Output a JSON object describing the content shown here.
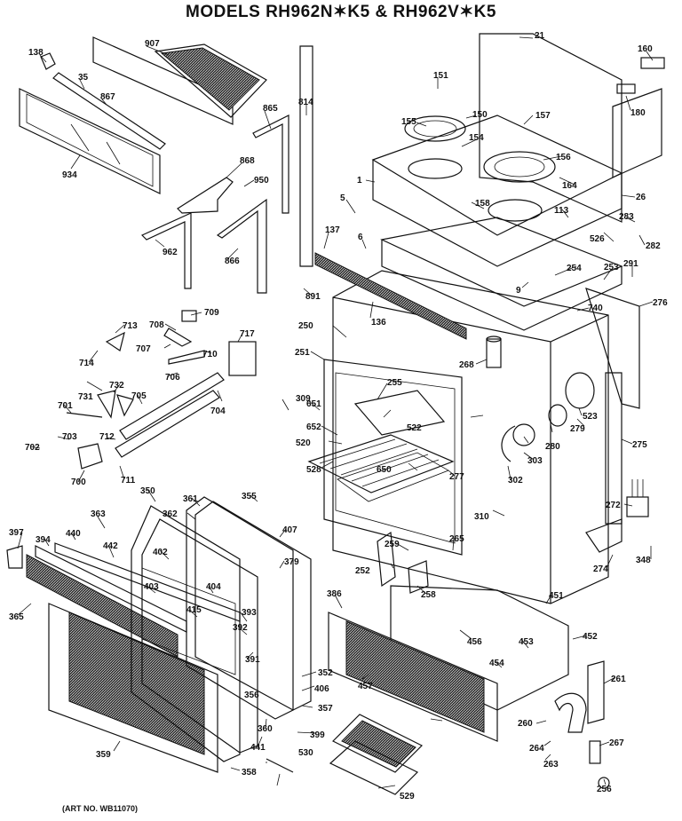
{
  "title": "MODELS RH962N✶K5 & RH962V✶K5",
  "art_no": "(ART NO. WB11070)",
  "parts": [
    "138",
    "907",
    "35",
    "867",
    "934",
    "865",
    "814",
    "868",
    "950",
    "962",
    "866",
    "21",
    "160",
    "180",
    "151",
    "155",
    "150",
    "157",
    "154",
    "156",
    "164",
    "1",
    "5",
    "26",
    "158",
    "113",
    "283",
    "526",
    "282",
    "137",
    "6",
    "254",
    "253",
    "291",
    "891",
    "136",
    "9",
    "276",
    "740",
    "708",
    "709",
    "713",
    "714",
    "707",
    "710",
    "717",
    "250",
    "251",
    "268",
    "706",
    "732",
    "731",
    "705",
    "704",
    "309",
    "255",
    "651",
    "522",
    "652",
    "701",
    "520",
    "523",
    "703",
    "702",
    "712",
    "711",
    "700",
    "528",
    "280",
    "279",
    "650",
    "277",
    "303",
    "302",
    "275",
    "272",
    "350",
    "361",
    "355",
    "362",
    "363",
    "407",
    "397",
    "394",
    "440",
    "442",
    "402",
    "379",
    "403",
    "404",
    "393",
    "415",
    "392",
    "391",
    "365",
    "356",
    "359",
    "358",
    "406",
    "357",
    "360",
    "352",
    "441",
    "399",
    "530",
    "529",
    "310",
    "259",
    "265",
    "252",
    "258",
    "274",
    "348",
    "386",
    "451",
    "456",
    "453",
    "452",
    "454",
    "457",
    "261",
    "260",
    "264",
    "263",
    "267",
    "256"
  ]
}
